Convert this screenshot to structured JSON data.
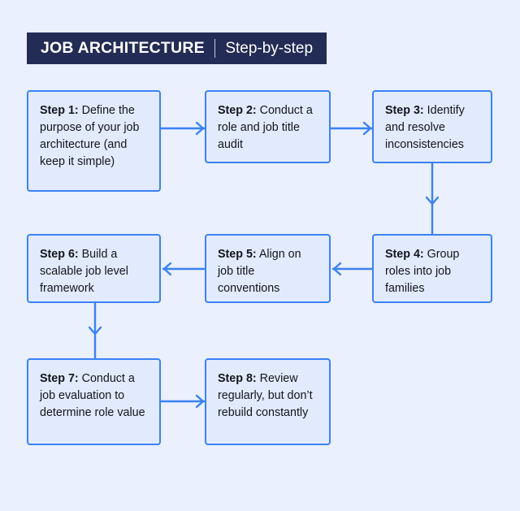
{
  "header": {
    "title": "JOB ARCHITECTURE",
    "subtitle": "Step-by-step",
    "divider": "|",
    "background_color": "#232c55",
    "text_color": "#ffffff"
  },
  "theme": {
    "page_background": "#eaf0fd",
    "box_fill": "#e2ebfd",
    "box_border": "#3b82f6",
    "arrow_color": "#3b82f6",
    "text_color": "#12151c"
  },
  "diagram": {
    "type": "flowchart",
    "flow": "serpentine",
    "steps": [
      {
        "label": "Step 1:",
        "text": " Define the purpose of your job architecture (and keep it simple)"
      },
      {
        "label": "Step 2:",
        "text": " Conduct a role and job title audit"
      },
      {
        "label": "Step 3:",
        "text": " Identify and resolve inconsistencies"
      },
      {
        "label": "Step 4:",
        "text": " Group roles into job families"
      },
      {
        "label": "Step 5:",
        "text": " Align on job title conventions"
      },
      {
        "label": "Step 6:",
        "text": " Build a scalable job level framework"
      },
      {
        "label": "Step 7:",
        "text": " Conduct a job evaluation to determine role value"
      },
      {
        "label": "Step 8:",
        "text": " Review regularly, but don’t rebuild constantly"
      }
    ],
    "connectors": [
      {
        "from": "Step 1",
        "to": "Step 2",
        "direction": "right"
      },
      {
        "from": "Step 2",
        "to": "Step 3",
        "direction": "right"
      },
      {
        "from": "Step 3",
        "to": "Step 4",
        "direction": "down"
      },
      {
        "from": "Step 4",
        "to": "Step 5",
        "direction": "left"
      },
      {
        "from": "Step 5",
        "to": "Step 6",
        "direction": "left"
      },
      {
        "from": "Step 6",
        "to": "Step 7",
        "direction": "down"
      },
      {
        "from": "Step 7",
        "to": "Step 8",
        "direction": "right"
      }
    ]
  }
}
